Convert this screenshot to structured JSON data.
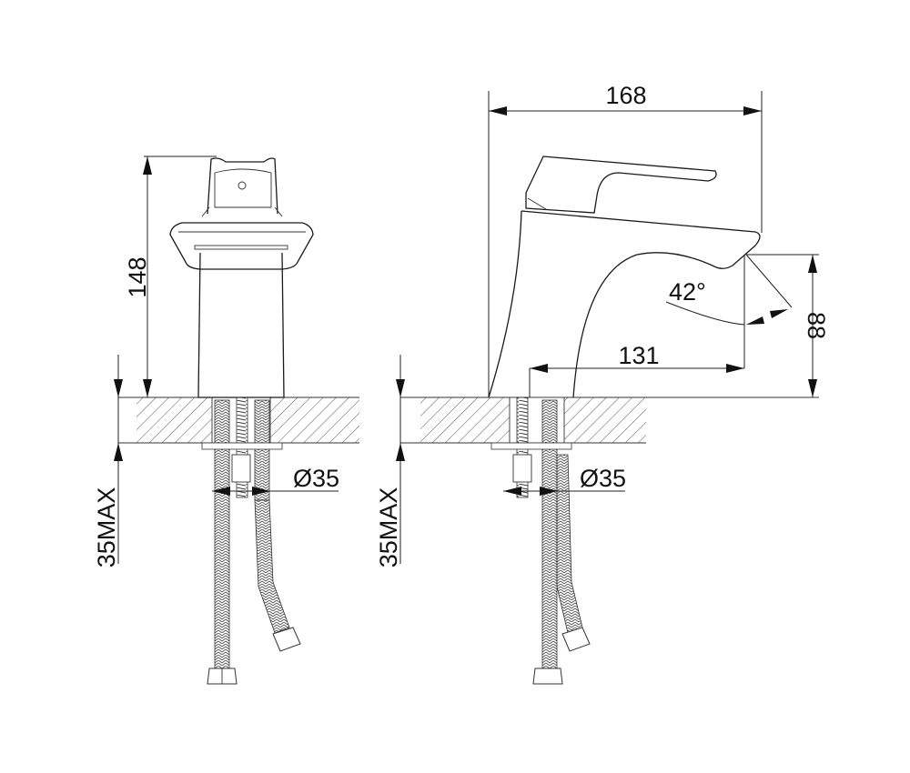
{
  "drawing": {
    "front_view": {
      "height_dim": "148",
      "depth_dim": "35MAX",
      "hole_dim": "Ø35"
    },
    "side_view": {
      "width_dim": "168",
      "reach_dim": "131",
      "spout_height_dim": "88",
      "angle_dim": "42°",
      "depth_dim": "35MAX",
      "hole_dim": "Ø35"
    }
  }
}
